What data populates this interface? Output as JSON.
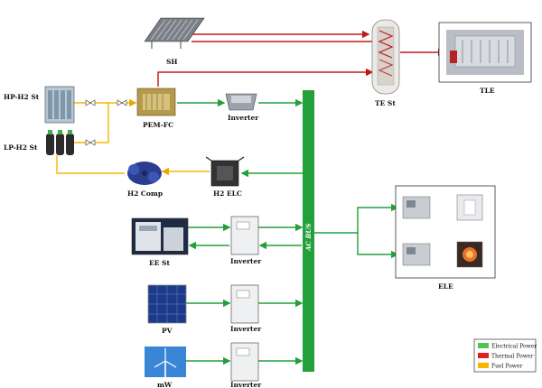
{
  "diagram": {
    "nodes": {
      "sh": "SH",
      "te_st": "TE St",
      "tle": "TLE",
      "hp_h2_st": "HP-H2 St",
      "lp_h2_st": "LP-H2 St",
      "pem_fc": "PEM-FC",
      "inverter_fc": "Inverter",
      "h2_comp": "H2 Comp",
      "h2_elc": "H2 ELC",
      "ee_st": "EE St",
      "inverter_ee": "Inverter",
      "pv": "PV",
      "inverter_pv": "Inverter",
      "mw": "mW",
      "inverter_mw": "Inverter",
      "ele": "ELE",
      "ac_bus": "AC BUS"
    },
    "legend": [
      {
        "label": "Electrical Power",
        "color": "#4cc84c"
      },
      {
        "label": "Thermal Power",
        "color": "#e02020"
      },
      {
        "label": "Fuel Power",
        "color": "#f5b800"
      }
    ]
  }
}
